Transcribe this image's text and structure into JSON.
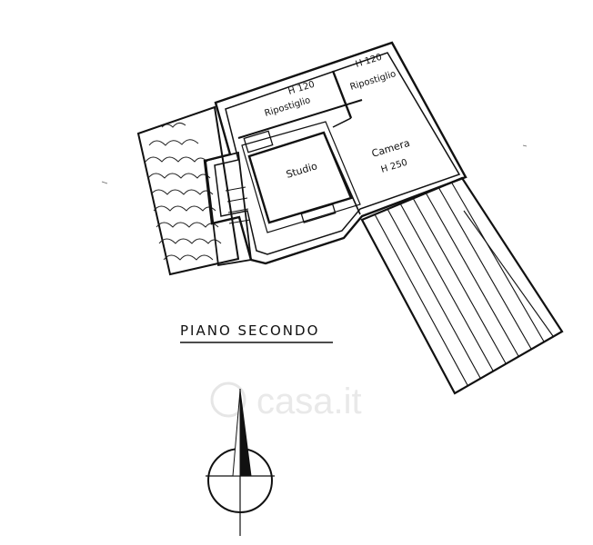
{
  "title": "PIANO SECONDO",
  "rooms": {
    "storage_left": {
      "height": "H 120",
      "name": "Ripostiglio"
    },
    "storage_right": {
      "height": "H 120",
      "name": "Ripostiglio"
    },
    "study": {
      "name": "Studio"
    },
    "bedroom": {
      "name": "Camera",
      "height": "H 250"
    }
  },
  "watermark": "casa.it",
  "colors": {
    "ink": "#111111",
    "watermark": "#e9e9e9"
  }
}
